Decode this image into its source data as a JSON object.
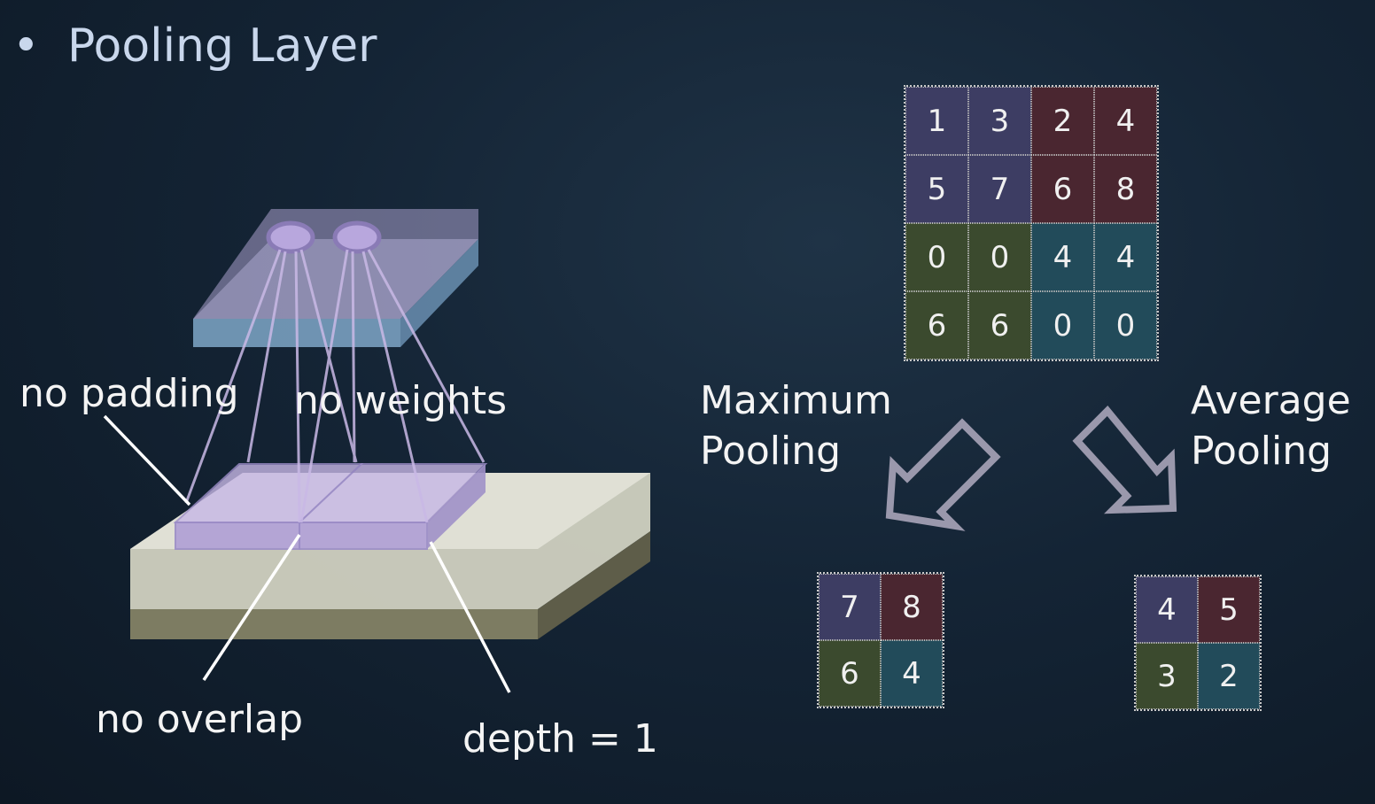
{
  "title": "Pooling Layer",
  "bullet": "•",
  "labels": {
    "no_padding": "no padding",
    "no_weights": "no weights",
    "no_overlap": "no overlap",
    "depth": "depth = 1",
    "max_pooling_line1": "Maximum",
    "max_pooling_line2": "Pooling",
    "avg_pooling_line1": "Average",
    "avg_pooling_line2": "Pooling"
  },
  "input_grid": {
    "rows": [
      [
        "1",
        "3",
        "2",
        "4"
      ],
      [
        "5",
        "7",
        "6",
        "8"
      ],
      [
        "0",
        "0",
        "4",
        "4"
      ],
      [
        "6",
        "6",
        "0",
        "0"
      ]
    ],
    "colors": [
      [
        "purple",
        "purple",
        "red",
        "red"
      ],
      [
        "purple",
        "purple",
        "red",
        "red"
      ],
      [
        "green",
        "green",
        "teal",
        "teal"
      ],
      [
        "green",
        "green",
        "teal",
        "teal"
      ]
    ]
  },
  "max_grid": {
    "rows": [
      [
        "7",
        "8"
      ],
      [
        "6",
        "4"
      ]
    ],
    "colors": [
      [
        "purple",
        "red"
      ],
      [
        "green",
        "teal"
      ]
    ]
  },
  "avg_grid": {
    "rows": [
      [
        "4",
        "5"
      ],
      [
        "3",
        "2"
      ]
    ],
    "colors": [
      [
        "purple",
        "red"
      ],
      [
        "green",
        "teal"
      ]
    ]
  },
  "palette": {
    "purple": "#3d3d63",
    "red": "#4a2630",
    "green": "#3b4a2e",
    "teal": "#224b5a",
    "title": "#c9d7ec",
    "arrow": "#9a98ac"
  }
}
